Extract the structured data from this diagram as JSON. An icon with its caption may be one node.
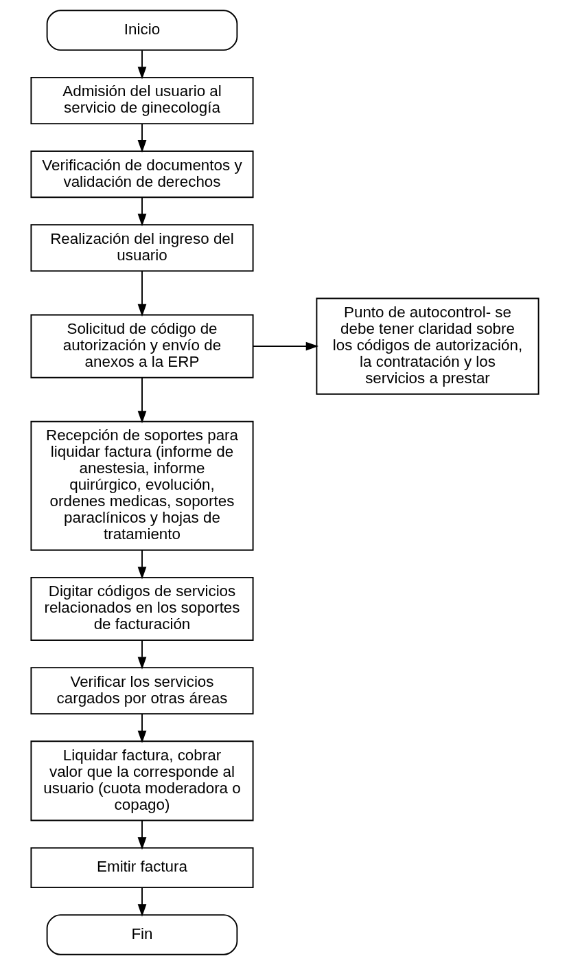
{
  "diagram": {
    "nodes": [
      {
        "text": [
          "Inicio"
        ]
      },
      {
        "text": [
          "Admisión del usuario al servicio de ginecología"
        ]
      },
      {
        "text": [
          "Verificación de documentos y validación de derechos"
        ]
      },
      {
        "text": [
          "Realización del ingreso del usuario"
        ]
      },
      {
        "text": [
          "Solicitud de código de autorización y envío de anexos a la ERP"
        ]
      },
      {
        "text": [
          "Punto de autocontrol- se debe tener claridad sobre los códigos de autorización, la contratación y los servicios a prestar"
        ]
      },
      {
        "text": [
          "Recepción de soportes para liquidar factura (informe de anestesia, informe quirúrgico, evolución, ordenes medicas, soportes paraclínicos y hojas de tratamiento"
        ]
      },
      {
        "text": [
          "Digitar códigos de servicios relacionados en los soportes de facturación"
        ]
      },
      {
        "text": [
          "Verificar los servicios cargados por otras áreas"
        ]
      },
      {
        "text": [
          "Liquidar factura, cobrar valor que la corresponde al usuario (cuota moderadora o copago)"
        ]
      },
      {
        "text": [
          "Emitir factura"
        ]
      },
      {
        "text": [
          "Fin"
        ]
      }
    ],
    "edges": [
      {
        "from": 0,
        "to": 1,
        "arrow": "to"
      },
      {
        "from": 1,
        "to": 2,
        "arrow": "to"
      },
      {
        "from": 2,
        "to": 3,
        "arrow": "to"
      },
      {
        "from": 3,
        "to": 4,
        "arrow": "to"
      },
      {
        "from": 4,
        "to": 5,
        "arrow": "to"
      },
      {
        "from": 4,
        "to": 6,
        "arrow": "to"
      },
      {
        "from": 6,
        "to": 7,
        "arrow": "to"
      },
      {
        "from": 7,
        "to": 8,
        "arrow": "to"
      },
      {
        "from": 8,
        "to": 9,
        "arrow": "to"
      },
      {
        "from": 9,
        "to": 10,
        "arrow": "to"
      },
      {
        "from": 10,
        "to": 11,
        "arrow": "to"
      }
    ]
  }
}
